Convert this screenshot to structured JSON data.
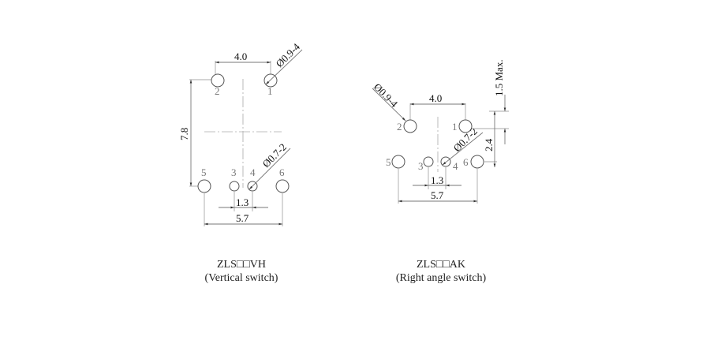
{
  "vertical": {
    "dim_width_top": "4.0",
    "dim_height": "7.8",
    "dim_small": "1.3",
    "dim_wide": "5.7",
    "hole_large": "Ø0.9-4",
    "hole_small": "Ø0.7-2",
    "pins": [
      "1",
      "2",
      "3",
      "4",
      "5",
      "6"
    ],
    "model": "ZLS□□VH",
    "caption": "(Vertical switch)"
  },
  "right_angle": {
    "dim_width_top": "4.0",
    "dim_max": "1.5 Max.",
    "dim_offset": "2.4",
    "dim_small": "1.3",
    "dim_wide": "5.7",
    "hole_large": "Ø0.9-4",
    "hole_small": "Ø0.7-2",
    "pins": [
      "1",
      "2",
      "3",
      "4",
      "5",
      "6"
    ],
    "model": "ZLS□□AK",
    "caption": "(Right angle switch)"
  }
}
